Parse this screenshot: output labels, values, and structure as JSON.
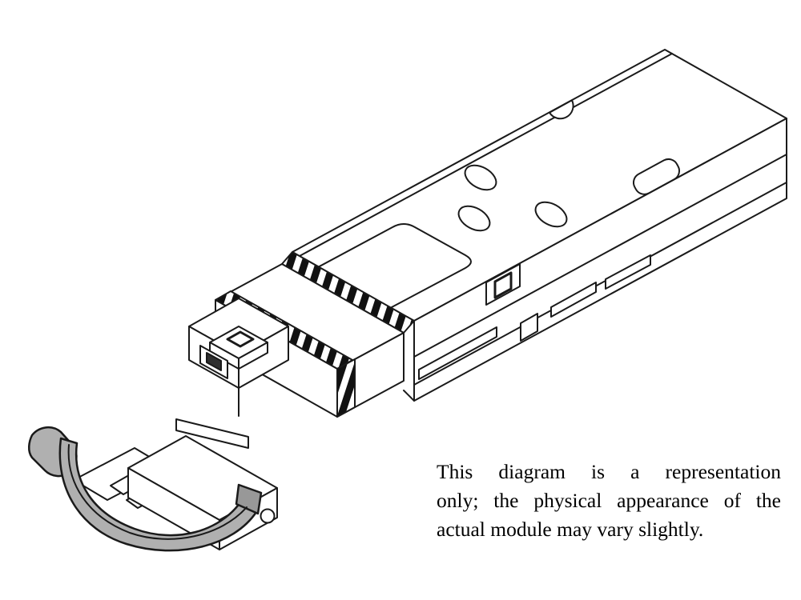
{
  "figure": {
    "alt_text": "Isometric line drawing of an SFP optical transceiver module with gray bail-clasp latch",
    "line_color": "#1a1a1a",
    "body_fill": "#ffffff",
    "latch_fill": "#b0b0b0",
    "latch_fill_dark": "#989898",
    "background_color": "#ffffff"
  },
  "caption": {
    "full_text": "This diagram is a representation only; the physical appearance of the actual module may vary slightly.",
    "lines": [
      "This diagram is a representation",
      "only; the physical appearance of the",
      "actual module may vary slightly."
    ]
  }
}
